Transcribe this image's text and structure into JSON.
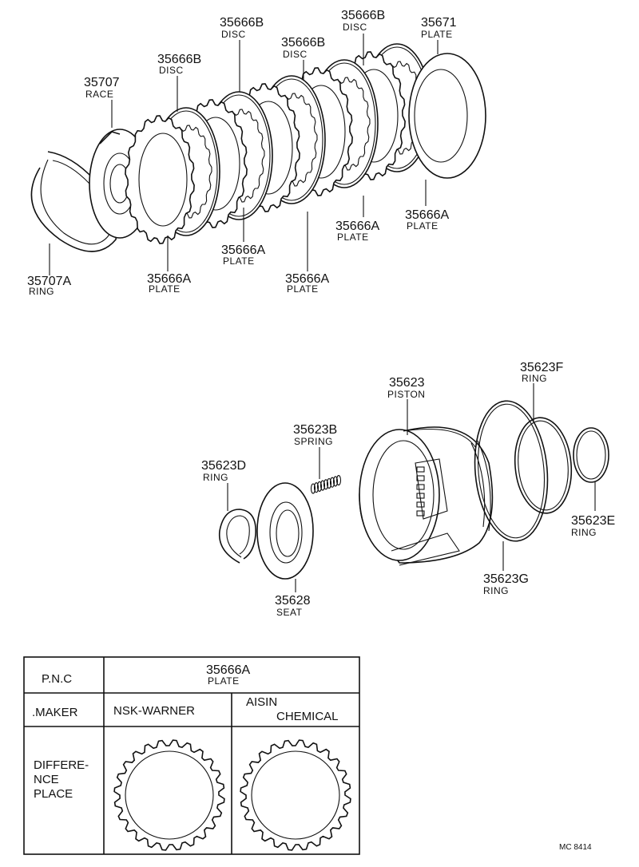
{
  "labels": {
    "p35707": {
      "num": "35707",
      "name": "RACE"
    },
    "p35707A": {
      "num": "35707A",
      "name": "RING"
    },
    "p35666B_1": {
      "num": "35666B",
      "name": "DISC"
    },
    "p35666B_2": {
      "num": "35666B",
      "name": "DISC"
    },
    "p35666B_3": {
      "num": "35666B",
      "name": "DISC"
    },
    "p35666B_4": {
      "num": "35666B",
      "name": "DISC"
    },
    "p35671": {
      "num": "35671",
      "name": "PLATE"
    },
    "p35666A_1": {
      "num": "35666A",
      "name": "PLATE"
    },
    "p35666A_2": {
      "num": "35666A",
      "name": "PLATE"
    },
    "p35666A_3": {
      "num": "35666A",
      "name": "PLATE"
    },
    "p35666A_4": {
      "num": "35666A",
      "name": "PLATE"
    },
    "p35666A_5": {
      "num": "35666A",
      "name": "PLATE"
    },
    "p35623": {
      "num": "35623",
      "name": "PISTON"
    },
    "p35623F": {
      "num": "35623F",
      "name": "RING"
    },
    "p35623B": {
      "num": "35623B",
      "name": "SPRING"
    },
    "p35623D": {
      "num": "35623D",
      "name": "RING"
    },
    "p35623E": {
      "num": "35623E",
      "name": "RING"
    },
    "p35623G": {
      "num": "35623G",
      "name": "RING"
    },
    "p35628": {
      "num": "35628",
      "name": "SEAT"
    }
  },
  "table": {
    "pnc_label": "P.N.C",
    "pnc_num": "35666A",
    "pnc_name": "PLATE",
    "maker_label": ".MAKER",
    "maker_1": "NSK-WARNER",
    "maker_2_line1": "AISIN",
    "maker_2_line2": "CHEMICAL",
    "diff_line1": "DIFFERE-",
    "diff_line2": "NCE",
    "diff_line3": "PLACE"
  },
  "code": "MC 8414"
}
